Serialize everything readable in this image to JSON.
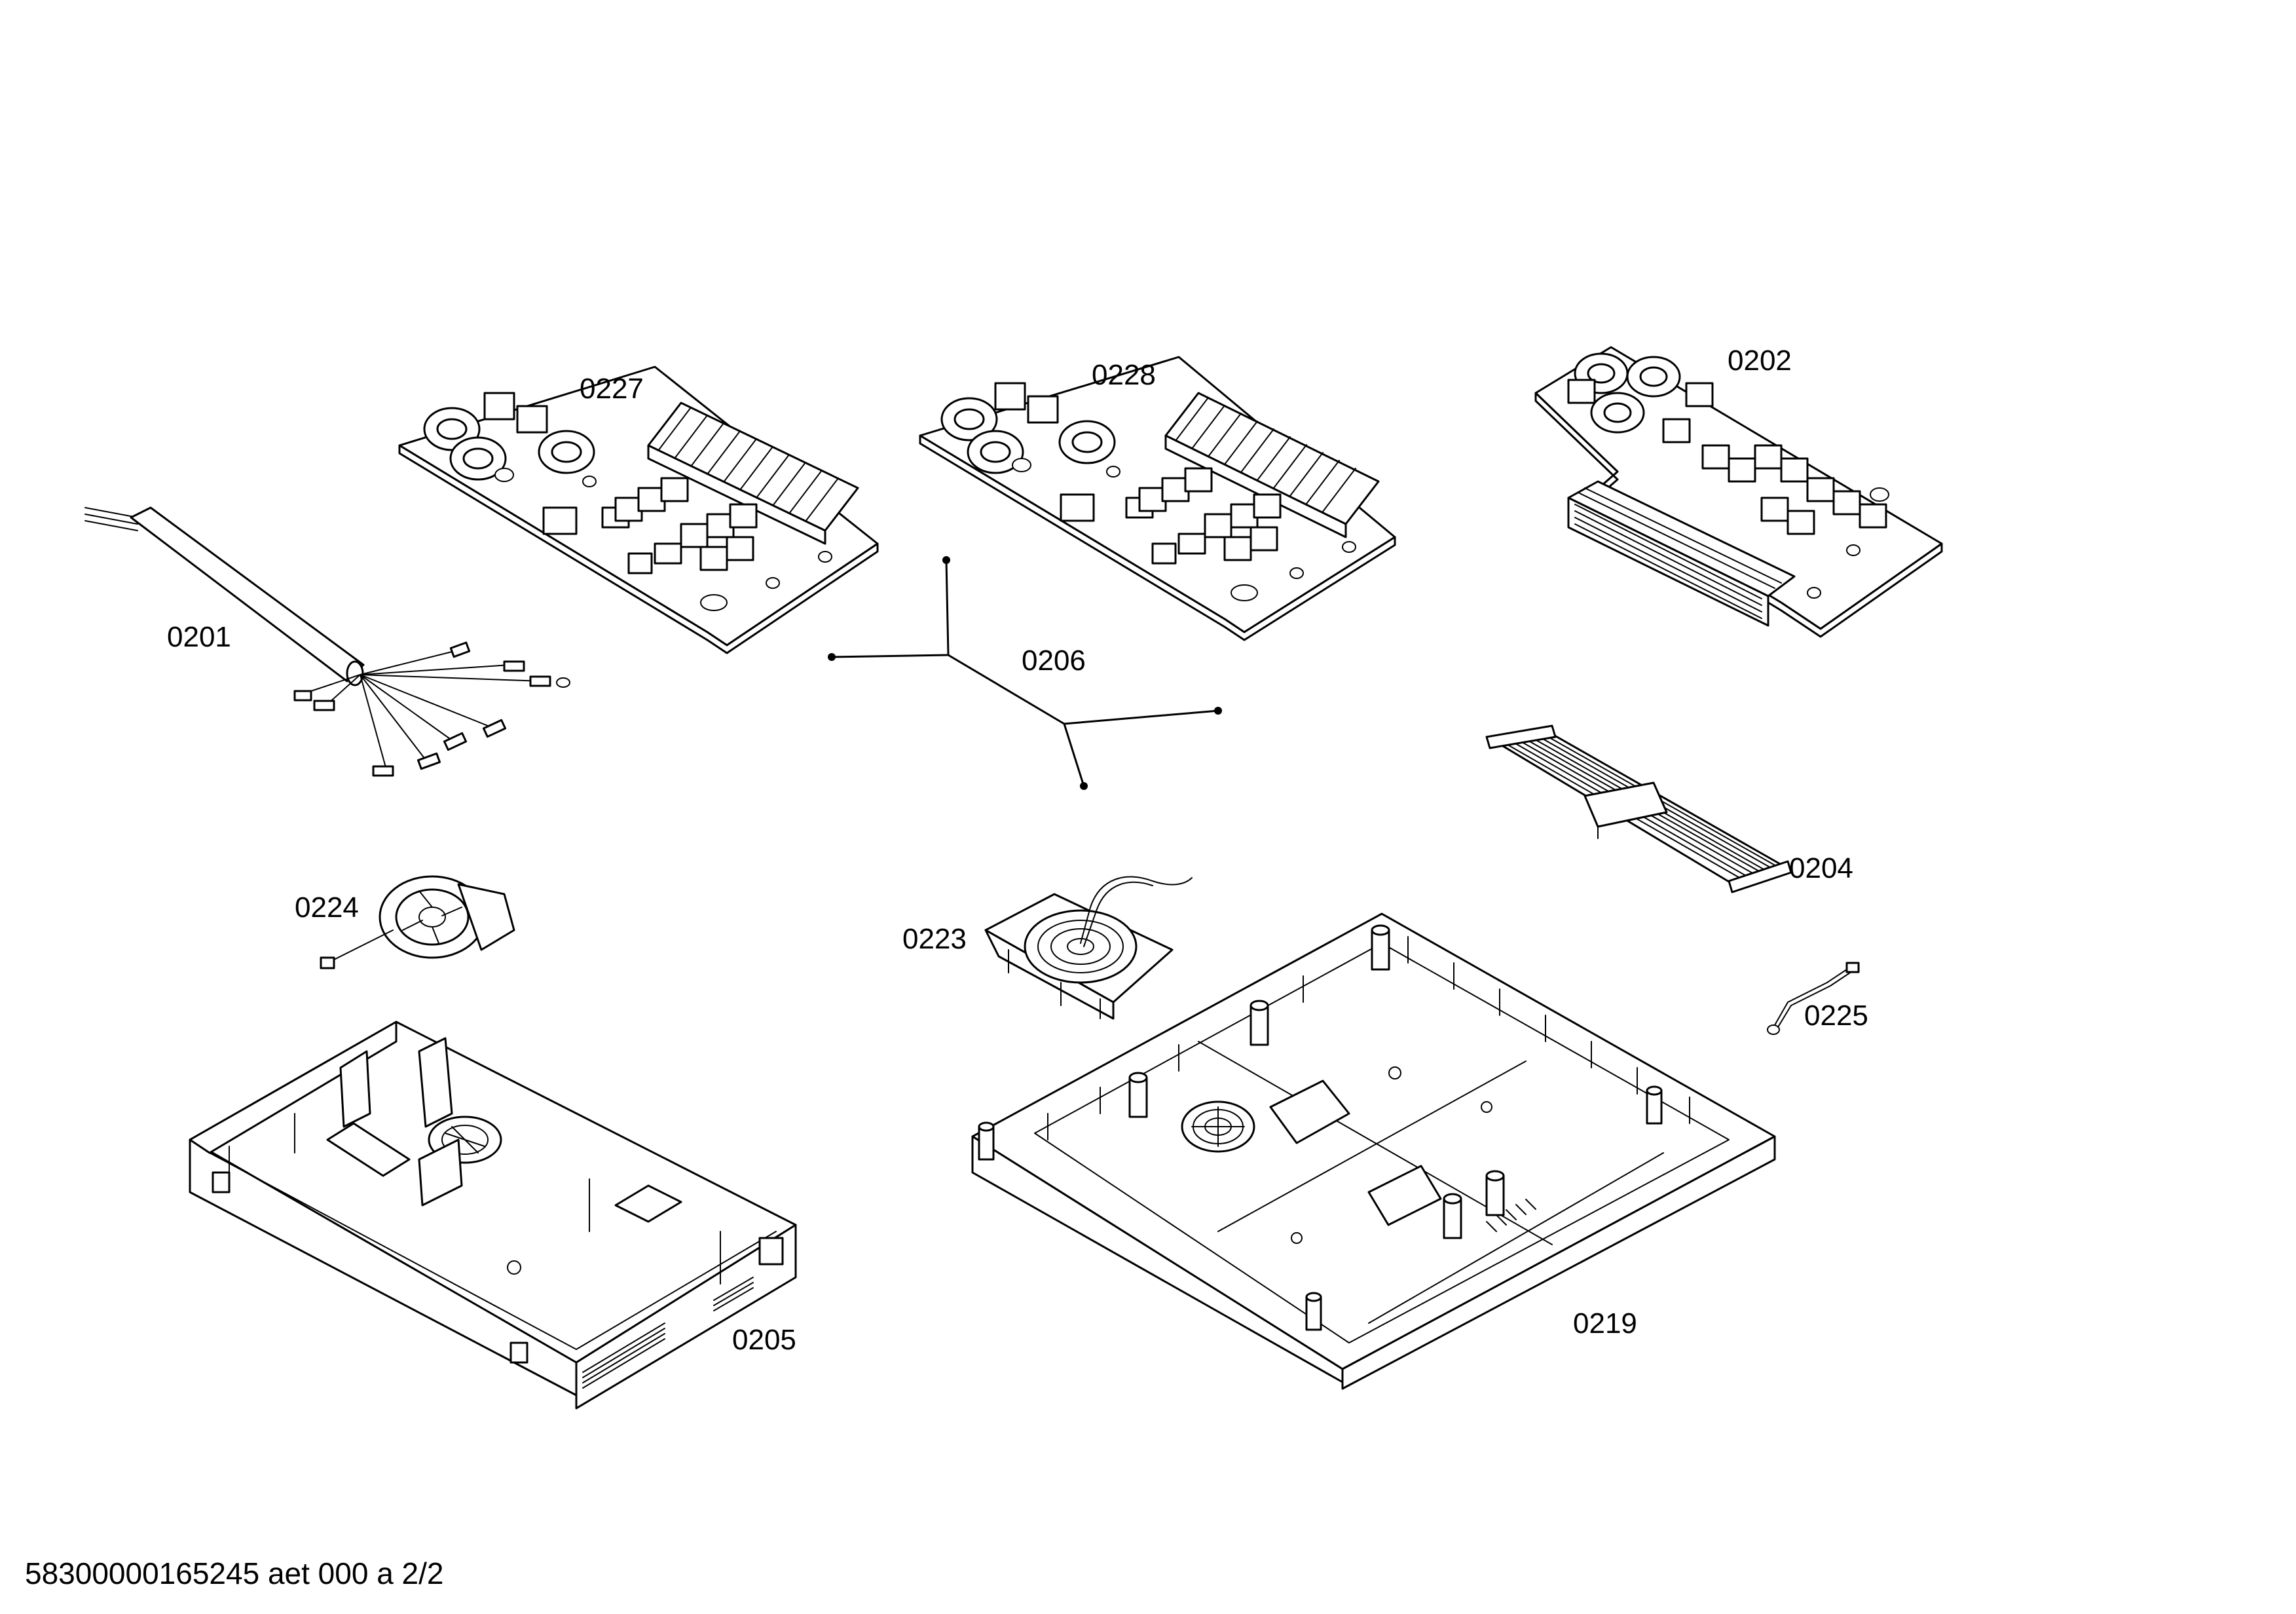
{
  "parts": {
    "p0227": "0227",
    "p0228": "0228",
    "p0202": "0202",
    "p0201": "0201",
    "p0206": "0206",
    "p0204": "0204",
    "p0224": "0224",
    "p0223": "0223",
    "p0225": "0225",
    "p0205": "0205",
    "p0219": "0219"
  },
  "footer": {
    "document_code": "58300000165245 aet 000 a 2/2"
  }
}
